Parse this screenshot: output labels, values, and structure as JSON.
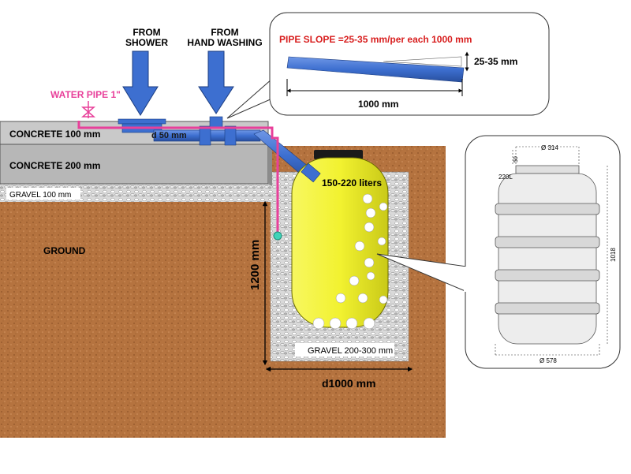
{
  "labels": {
    "from_shower": [
      "FROM",
      "SHOWER"
    ],
    "from_hand_washing": [
      "FROM",
      "HAND WASHING"
    ],
    "water_pipe": "WATER PIPE 1\"",
    "concrete_100": "CONCRETE 100 mm",
    "concrete_200": "CONCRETE 200 mm",
    "gravel_100": "GRAVEL  100 mm",
    "pipe_d50": "d 50 mm",
    "tank_volume": "150-220 liters",
    "ground": "GROUND",
    "depth": "1200 mm",
    "gravel_200_300": "GRAVEL  200-300  mm",
    "width": "d1000 mm"
  },
  "slope_callout": {
    "title": "PIPE SLOPE =25-35 mm/per each 1000 mm",
    "rise": "25-35 mm",
    "run": "1000 mm"
  },
  "tank_callout": {
    "diameter_top": "Ø 314",
    "neck_height": "50",
    "model": "220L",
    "height": "1018",
    "diameter_body": "Ø 578"
  },
  "colors": {
    "ground": "#b5733f",
    "concrete": "#c2c2c2",
    "tank": "#f2f230",
    "pipe_blue": "#3d6fd0",
    "water_pipe": "#e8409a",
    "slope_title": "#d81e1e"
  }
}
